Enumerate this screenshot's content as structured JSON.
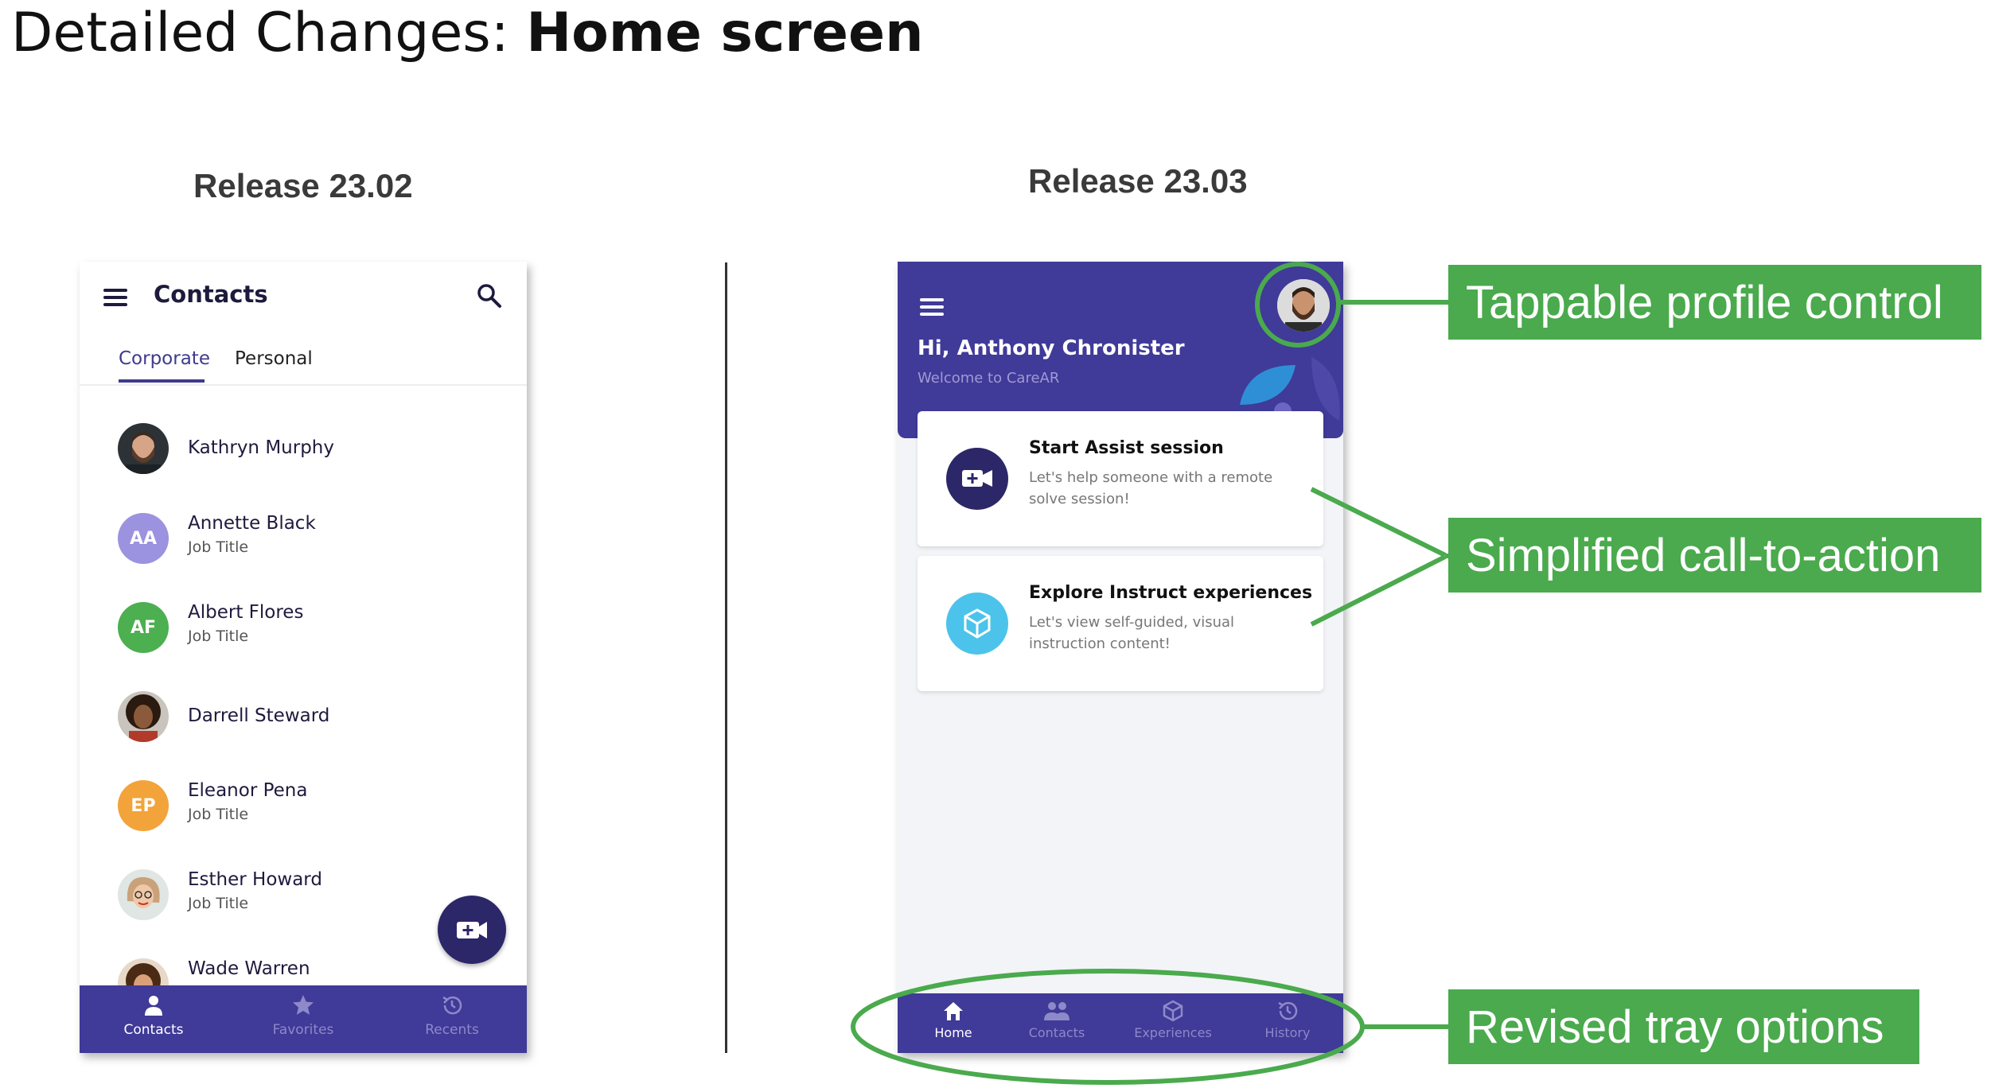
{
  "slide": {
    "title_prefix": "Detailed Changes: ",
    "title_bold": "Home screen"
  },
  "releases": {
    "left": "Release 23.02",
    "right": "Release 23.03"
  },
  "left_app": {
    "title": "Contacts",
    "tabs": [
      {
        "label": "Corporate",
        "active": true
      },
      {
        "label": "Personal",
        "active": false
      }
    ],
    "contacts": [
      {
        "name": "Kathryn Murphy",
        "job": "",
        "initials": "",
        "photo": "man-beard"
      },
      {
        "name": "Annette Black",
        "job": "Job Title",
        "initials": "AA",
        "color": "#9b92e0"
      },
      {
        "name": "Albert Flores",
        "job": "Job Title",
        "initials": "AF",
        "color": "#4caf50"
      },
      {
        "name": "Darrell Steward",
        "job": "",
        "initials": "",
        "photo": "woman-curly"
      },
      {
        "name": "Eleanor Pena",
        "job": "Job Title",
        "initials": "EP",
        "color": "#f2a33a"
      },
      {
        "name": "Esther Howard",
        "job": "Job Title",
        "initials": "",
        "photo": "woman-glasses"
      },
      {
        "name": "Wade Warren",
        "job": "",
        "initials": "",
        "photo": "woman-dark"
      }
    ],
    "tray": [
      {
        "label": "Contacts",
        "icon": "person-icon",
        "active": true
      },
      {
        "label": "Favorites",
        "icon": "star-icon",
        "active": false
      },
      {
        "label": "Recents",
        "icon": "history-icon",
        "active": false
      }
    ]
  },
  "right_app": {
    "greeting": "Hi, Anthony Chronister",
    "welcome": "Welcome to CareAR",
    "cards": [
      {
        "title": "Start Assist session",
        "desc": "Let's help someone with a remote solve session!",
        "icon": "video-plus-icon"
      },
      {
        "title": "Explore Instruct experiences",
        "desc": "Let's view self-guided, visual instruction content!",
        "icon": "cube-icon"
      }
    ],
    "tray": [
      {
        "label": "Home",
        "icon": "home-icon",
        "active": true
      },
      {
        "label": "Contacts",
        "icon": "people-icon",
        "active": false
      },
      {
        "label": "Experiences",
        "icon": "cube-icon",
        "active": false
      },
      {
        "label": "History",
        "icon": "history-icon",
        "active": false
      }
    ]
  },
  "callouts": {
    "profile": "Tappable profile control",
    "cta": "Simplified call-to-action",
    "tray": "Revised tray options"
  },
  "colors": {
    "brand": "#403a98",
    "brand_dark": "#2b2768",
    "callout_green": "#4aaa4d",
    "tray_inactive": "#8e89c9",
    "cyan": "#4cc3ea"
  }
}
